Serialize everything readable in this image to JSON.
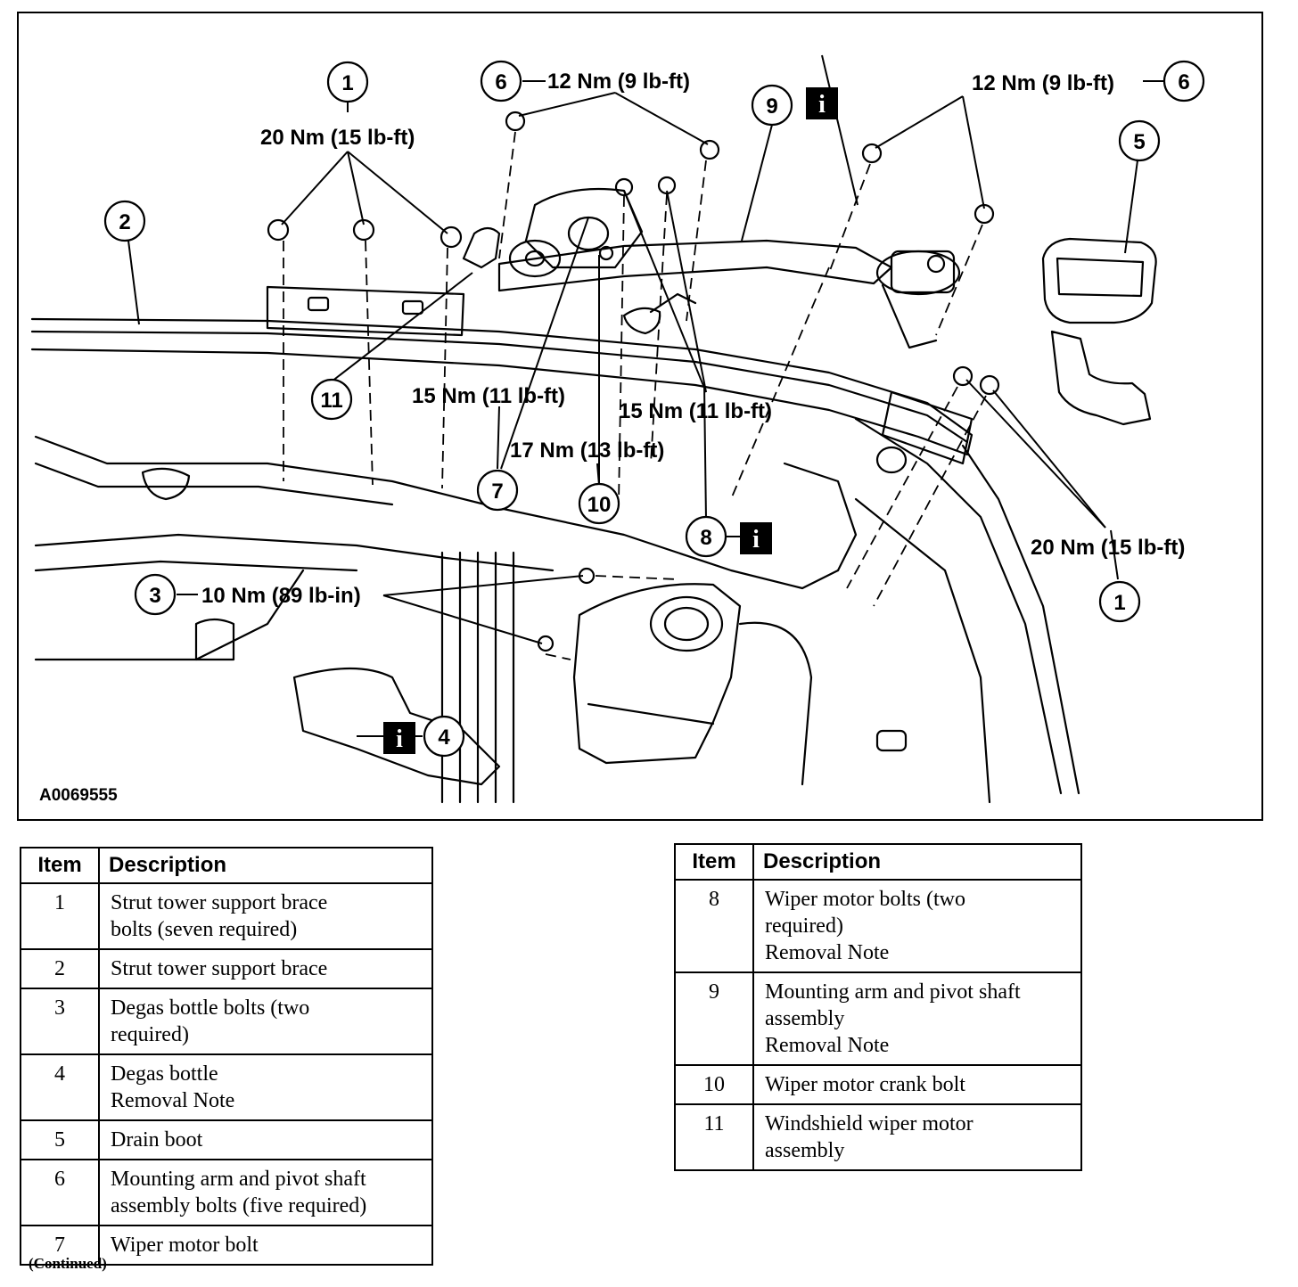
{
  "figure": {
    "id": "A0069555",
    "info_symbol": "i",
    "callouts": {
      "c1_top": {
        "num": "1",
        "torque": "20 Nm (15 lb-ft)"
      },
      "c1_right": {
        "num": "1",
        "torque": "20 Nm (15 lb-ft)"
      },
      "c2": {
        "num": "2"
      },
      "c3": {
        "num": "3",
        "torque": "10 Nm (89 lb-in)"
      },
      "c4": {
        "num": "4"
      },
      "c5": {
        "num": "5"
      },
      "c6_left": {
        "num": "6",
        "torque": "12 Nm (9 lb-ft)"
      },
      "c6_right": {
        "num": "6",
        "torque": "12 Nm (9 lb-ft)"
      },
      "c7": {
        "num": "7",
        "torque": "15 Nm (11 lb-ft)"
      },
      "c8": {
        "num": "8",
        "torque": "15 Nm (11 lb-ft)"
      },
      "c9": {
        "num": "9"
      },
      "c10": {
        "num": "10",
        "torque": "17 Nm (13 lb-ft)"
      },
      "c11": {
        "num": "11"
      }
    }
  },
  "legend": {
    "header_item": "Item",
    "header_description": "Description",
    "left": [
      {
        "item": "1",
        "lines": [
          "Strut tower support brace",
          "bolts (seven required)"
        ]
      },
      {
        "item": "2",
        "lines": [
          "Strut tower support brace"
        ]
      },
      {
        "item": "3",
        "lines": [
          "Degas bottle bolts (two",
          "required)"
        ]
      },
      {
        "item": "4",
        "lines": [
          "Degas bottle",
          "Removal Note"
        ]
      },
      {
        "item": "5",
        "lines": [
          "Drain boot"
        ]
      },
      {
        "item": "6",
        "lines": [
          "Mounting arm and pivot shaft",
          "assembly bolts (five required)"
        ]
      },
      {
        "item": "7",
        "lines": [
          "Wiper motor bolt"
        ]
      }
    ],
    "right": [
      {
        "item": "8",
        "lines": [
          "Wiper motor bolts (two",
          "required)",
          "Removal Note"
        ]
      },
      {
        "item": "9",
        "lines": [
          "Mounting arm and pivot shaft",
          "assembly",
          "Removal Note"
        ]
      },
      {
        "item": "10",
        "lines": [
          "Wiper motor crank bolt"
        ]
      },
      {
        "item": "11",
        "lines": [
          "Windshield wiper motor",
          "assembly"
        ]
      }
    ]
  },
  "continued_note": "(Continued)"
}
